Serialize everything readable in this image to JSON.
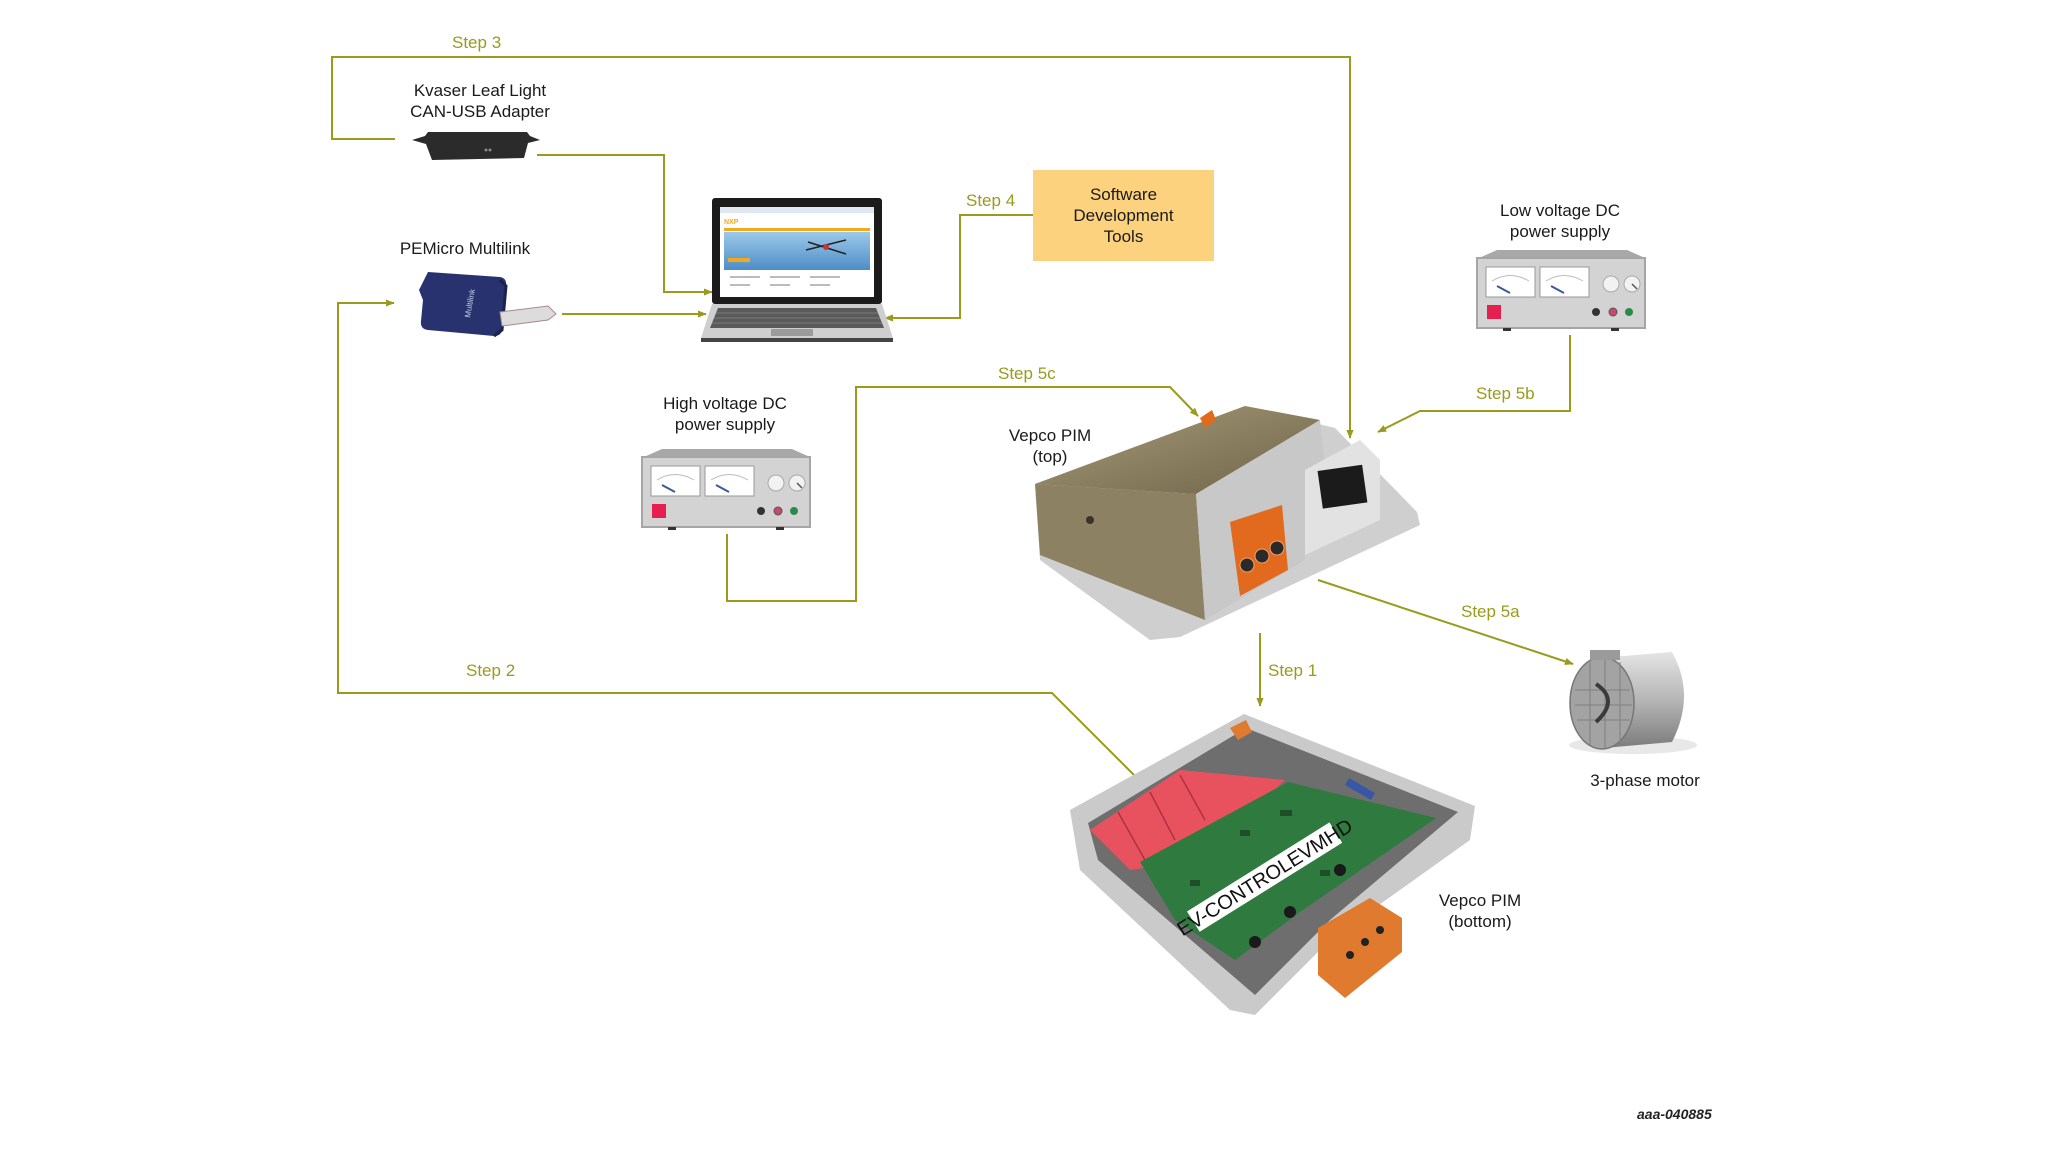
{
  "diagram": {
    "title": "EV motor control development setup",
    "line_color": "#9a9a1e",
    "document_id": "aaa-040885"
  },
  "components": {
    "kvaser": {
      "label": "Kvaser Leaf Light\nCAN-USB Adapter",
      "icon": "can-usb-adapter-icon"
    },
    "pemicro": {
      "label": "PEMicro Multilink",
      "icon": "debug-probe-icon"
    },
    "laptop": {
      "label": "",
      "icon": "laptop-icon",
      "screen_brand": "NXP"
    },
    "sdt": {
      "label": "Software\nDevelopment\nTools",
      "fill": "#fcd27e"
    },
    "lv_supply": {
      "label": "Low voltage DC\npower supply",
      "icon": "power-supply-icon"
    },
    "hv_supply": {
      "label": "High voltage DC\npower supply",
      "icon": "power-supply-icon"
    },
    "pim_top": {
      "label": "Vepco PIM\n(top)",
      "icon": "inverter-module-icon"
    },
    "pim_bottom": {
      "label": "Vepco PIM\n(bottom)",
      "icon": "inverter-pcb-icon",
      "board_label": "EV-CONTROLEVMHD"
    },
    "motor": {
      "label": "3-phase motor",
      "icon": "motor-icon"
    }
  },
  "steps": [
    {
      "id": "step1",
      "label": "Step 1",
      "from": "pim_top",
      "to": "pim_bottom"
    },
    {
      "id": "step2",
      "label": "Step 2",
      "from": "pim_bottom",
      "to": "pemicro"
    },
    {
      "id": "step3",
      "label": "Step 3",
      "from": "kvaser",
      "to": "pim_top"
    },
    {
      "id": "step4",
      "label": "Step 4",
      "from": "sdt",
      "to": "laptop"
    },
    {
      "id": "step5a",
      "label": "Step 5a",
      "from": "pim_top",
      "to": "motor"
    },
    {
      "id": "step5b",
      "label": "Step 5b",
      "from": "lv_supply",
      "to": "pim_top"
    },
    {
      "id": "step5c",
      "label": "Step 5c",
      "from": "hv_supply",
      "to": "pim_top"
    }
  ],
  "connections": [
    {
      "id": "kvaser-to-laptop",
      "from": "kvaser",
      "to": "laptop"
    },
    {
      "id": "pemicro-to-laptop",
      "from": "pemicro",
      "to": "laptop"
    }
  ]
}
